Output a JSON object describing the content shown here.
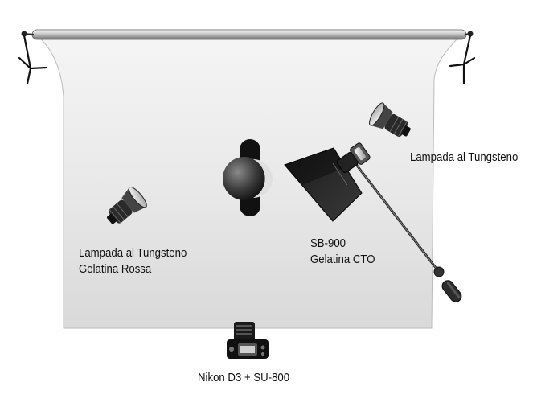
{
  "labels": {
    "tungsten_right": "Lampada al Tungsteno",
    "tungsten_left_line1": "Lampada al Tungsteno",
    "tungsten_left_line2": "Gelatina Rossa",
    "flash_line1": "SB-900",
    "flash_line2": "Gelatina CTO",
    "camera": "Nikon D3 + SU-800"
  },
  "colors": {
    "backdrop": "#e9e9e9",
    "backdrop_shadow": "#cfcfcf",
    "ink": "#111111",
    "background": "#ffffff"
  }
}
